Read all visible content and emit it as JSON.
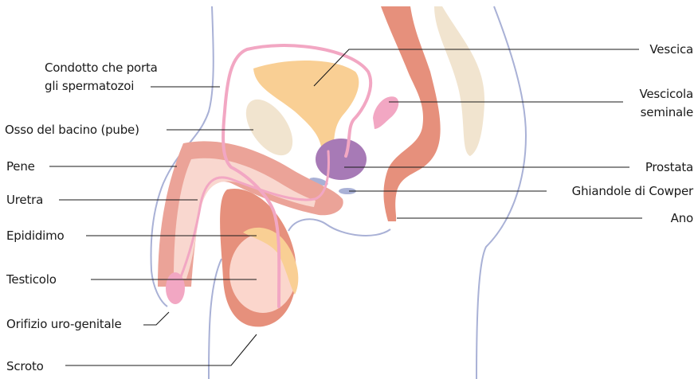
{
  "labels": {
    "condotto_1": "Condotto che porta",
    "condotto_2": "gli spermatozoi",
    "osso": "Osso del bacino (pube)",
    "pene": "Pene",
    "uretra": "Uretra",
    "epididimo": "Epididimo",
    "testicolo": "Testicolo",
    "orifizio": "Orifizio uro-genitale",
    "scroto": "Scroto",
    "vescica": "Vescica",
    "vescicola_1": "Vescicola",
    "vescicola_2": "seminale",
    "prostata": "Prostata",
    "cowper": "Ghiandole di Cowper",
    "ano": "Ano"
  },
  "colors": {
    "outline": "#a9b1d6",
    "duct": "#f2a7c3",
    "bladder": "#f9cf94",
    "bone": "#f1e4cf",
    "prostate": "#a77ab6",
    "cowper": "#a9b1d6",
    "rectum": "#e6907c",
    "penis_outer": "#eba398",
    "penis_inner": "#f9d7cf",
    "testicle": "#fbd6cc",
    "epididymis": "#f9cf94",
    "leader": "#1a1a1a"
  }
}
